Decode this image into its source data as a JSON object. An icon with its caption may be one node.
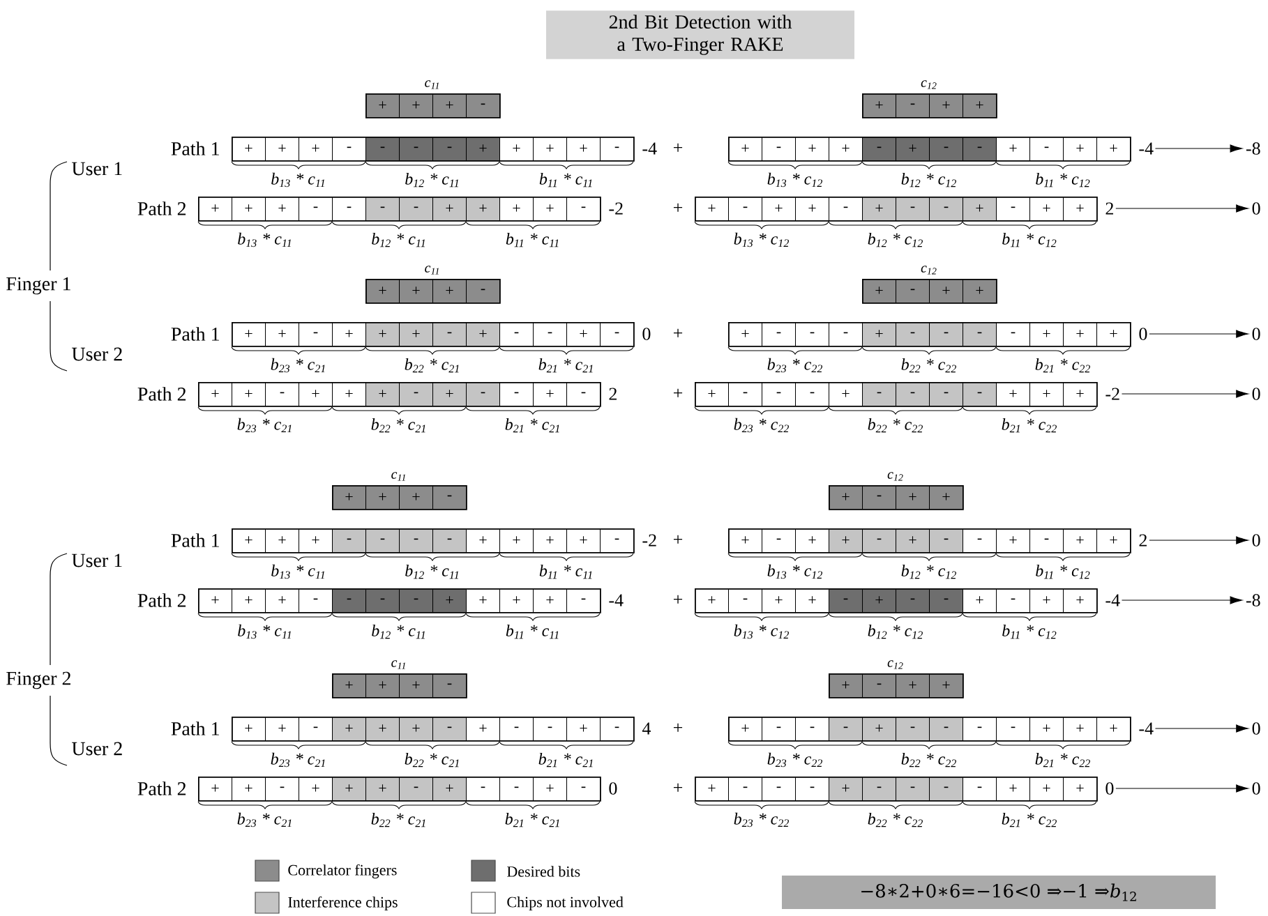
{
  "diagram": {
    "title": "2nd Bit Detection with a Two-Finger RAKE",
    "nodes": [
      {
        "text": [
          "+",
          "+",
          "+",
          "-"
        ],
        "beside": [
          "c$_{11}$"
        ]
      },
      {
        "text": [
          "+",
          "-",
          "+",
          "+"
        ],
        "beside": [
          "c$_{12}$"
        ]
      },
      {
        "text": [
          "+",
          "+",
          "+",
          "-",
          "-",
          "-",
          "-",
          "+",
          "+",
          "+",
          "+",
          "-"
        ],
        "beside": [
          "b$_{13}$ * c$_{11}$",
          "b$_{12}$ * c$_{11}$",
          "b$_{11}$ * c$_{11}$",
          "-4"
        ]
      },
      {
        "text": [
          "+",
          "-",
          "+",
          "+",
          "-",
          "+",
          "-",
          "-",
          "+",
          "-",
          "+",
          "+"
        ],
        "beside": [
          "+",
          "b$_{13}$ * c$_{12}$",
          "b$_{12}$ * c$_{12}$",
          "b$_{11}$ * c$_{12}$"
        ]
      },
      {
        "text": [
          "-4"
        ]
      },
      {
        "text": [
          "-8"
        ]
      },
      {
        "text": [
          "+",
          "+",
          "+",
          "-",
          "-",
          "-",
          "-",
          "+",
          "+",
          "+",
          "+",
          "-"
        ],
        "beside": [
          "b$_{13}$ * c$_{11}$",
          "b$_{12}$ * c$_{11}$",
          "b$_{11}$ * c$_{11}$",
          "-2"
        ]
      },
      {
        "text": [
          "+",
          "-",
          "+",
          "+",
          "-",
          "+",
          "-",
          "-",
          "+",
          "-",
          "+",
          "+"
        ],
        "beside": [
          "+",
          "b$_{13}$ * c$_{12}$",
          "b$_{12}$ * c$_{12}$",
          "b$_{11}$ * c$_{12}$"
        ]
      },
      {
        "text": [
          "2"
        ]
      },
      {
        "text": [
          "0"
        ]
      },
      {
        "text": [
          "+",
          "+",
          "+",
          "-"
        ],
        "beside": [
          "c$_{11}$"
        ]
      },
      {
        "text": [
          "+",
          "-",
          "+",
          "+"
        ],
        "beside": [
          "c$_{12}$"
        ]
      },
      {
        "text": [
          "+",
          "+",
          "-",
          "+",
          "+",
          "+",
          "-",
          "+",
          "-",
          "-",
          "+",
          "-"
        ],
        "beside": [
          "b$_{23}$ * c$_{21}$",
          "b$_{22}$ * c$_{21}$",
          "b$_{21}$ * c$_{21}$",
          "0"
        ]
      },
      {
        "text": [
          "+",
          "-",
          "-",
          "-",
          "+",
          "-",
          "-",
          "-",
          "-",
          "+",
          "+",
          "+"
        ],
        "beside": [
          "+",
          "b$_{23}$ * c$_{22}$",
          "b$_{22}$ * c$_{22}$",
          "b$_{21}$ * c$_{22}$"
        ]
      },
      {
        "text": [
          "0"
        ]
      },
      {
        "text": [
          "0"
        ]
      },
      {
        "text": [
          "+",
          "+",
          "-",
          "+",
          "+",
          "+",
          "-",
          "+",
          "-",
          "-",
          "+",
          "-"
        ],
        "beside": [
          "b$_{23}$ * c$_{21}$",
          "b$_{22}$ * c$_{21}$",
          "b$_{21}$ * c$_{21}$",
          "2"
        ]
      },
      {
        "text": [
          "+",
          "-",
          "-",
          "-",
          "+",
          "-",
          "-",
          "-",
          "-",
          "+",
          "+",
          "+"
        ],
        "beside": [
          "+",
          "b$_{23}$ * c$_{22}$",
          "b$_{22}$ * c$_{22}$",
          "b$_{21}$ * c$_{22}$"
        ]
      },
      {
        "text": [
          "-2"
        ]
      },
      {
        "text": [
          "0"
        ]
      },
      {
        "text": [
          "+",
          "+",
          "+",
          "-"
        ],
        "beside": [
          "c$_{11}$"
        ]
      },
      {
        "text": [
          "+",
          "-",
          "+",
          "+"
        ],
        "beside": [
          "c$_{12}$"
        ]
      },
      {
        "text": [
          "+",
          "+",
          "+",
          "-",
          "-",
          "-",
          "-",
          "+",
          "+",
          "+",
          "+",
          "-"
        ],
        "beside": [
          "b$_{13}$ * c$_{11}$",
          "b$_{12}$ * c$_{11}$",
          "b$_{11}$ * c$_{11}$",
          "-2"
        ]
      },
      {
        "text": [
          "+",
          "-",
          "+",
          "+",
          "-",
          "+",
          "-",
          "-",
          "+",
          "-",
          "+",
          "+"
        ],
        "beside": [
          "+",
          "b$_{13}$ * c$_{12}$",
          "b$_{12}$ * c$_{12}$",
          "b$_{11}$ * c$_{12}$"
        ]
      },
      {
        "text": [
          "2"
        ]
      },
      {
        "text": [
          "0"
        ]
      },
      {
        "text": [
          "+",
          "+",
          "+",
          "-",
          "-",
          "-",
          "-",
          "+",
          "+",
          "+",
          "+",
          "-"
        ],
        "beside": [
          "b$_{13}$ * c$_{11}$",
          "b$_{12}$ * c$_{11}$",
          "b$_{11}$ * c$_{11}$",
          "-4"
        ]
      },
      {
        "text": [
          "+",
          "-",
          "+",
          "+",
          "-",
          "+",
          "-",
          "-",
          "+",
          "-",
          "+",
          "+"
        ],
        "beside": [
          "+",
          "b$_{13}$ * c$_{12}$",
          "b$_{12}$ * c$_{12}$",
          "b$_{11}$ * c$_{12}$"
        ]
      },
      {
        "text": [
          "-4"
        ]
      },
      {
        "text": [
          "-8"
        ]
      },
      {
        "text": [
          "+",
          "+",
          "+",
          "-"
        ],
        "beside": [
          "c$_{11}$"
        ]
      },
      {
        "text": [
          "+",
          "-",
          "+",
          "+"
        ],
        "beside": [
          "c$_{12}$"
        ]
      },
      {
        "text": [
          "+",
          "+",
          "-",
          "+",
          "+",
          "+",
          "-",
          "+",
          "-",
          "-",
          "+",
          "-"
        ],
        "beside": [
          "b$_{23}$ * c$_{21}$",
          "b$_{22}$ * c$_{21}$",
          "b$_{21}$ * c$_{21}$",
          "4"
        ]
      },
      {
        "text": [
          "+",
          "-",
          "-",
          "-",
          "+",
          "-",
          "-",
          "-",
          "-",
          "+",
          "+",
          "+"
        ],
        "beside": [
          "+",
          "b$_{23}$ * c$_{22}$",
          "b$_{22}$ * c$_{22}$",
          "b$_{21}$ * c$_{22}$"
        ]
      },
      {
        "text": [
          "-4"
        ]
      },
      {
        "text": [
          "0"
        ]
      },
      {
        "text": [
          "+",
          "+",
          "-",
          "+",
          "+",
          "+",
          "-",
          "+",
          "-",
          "-",
          "+",
          "-"
        ],
        "beside": [
          "b$_{23}$ * c$_{21}$",
          "b$_{22}$ * c$_{21}$",
          "b$_{21}$ * c$_{21}$",
          "0"
        ]
      },
      {
        "text": [
          "+",
          "-",
          "-",
          "-",
          "+",
          "-",
          "-",
          "-",
          "-",
          "+",
          "+",
          "+"
        ],
        "beside": [
          "+",
          "b$_{23}$ * c$_{22}$",
          "b$_{22}$ * c$_{22}$",
          "b$_{21}$ * c$_{22}$"
        ]
      },
      {
        "text": [
          "0"
        ]
      },
      {
        "text": [
          "0"
        ]
      }
    ],
    "edges": [
      {
        "from": 4,
        "to": 5,
        "arrow": "to"
      },
      {
        "from": 8,
        "to": 9,
        "arrow": "to"
      },
      {
        "from": 14,
        "to": 15,
        "arrow": "to"
      },
      {
        "from": 18,
        "to": 19,
        "arrow": "to"
      },
      {
        "from": 24,
        "to": 25,
        "arrow": "to"
      },
      {
        "from": 28,
        "to": 29,
        "arrow": "to"
      },
      {
        "from": 34,
        "to": 35,
        "arrow": "to"
      },
      {
        "from": 38,
        "to": 39,
        "arrow": "to"
      }
    ],
    "labels": [
      "Path 1",
      "User 1",
      "Path 2",
      "Finger 1",
      "Path 1",
      "User 2",
      "Path 2",
      "Path 1",
      "User 1",
      "Path 2",
      "Finger 2",
      "Path 1",
      "User 2",
      "Path 2",
      "−8∗2+0∗6=−16<0 ⇒−1 ⇒*b*$_{12}$"
    ],
    "legend": [
      {
        "text": "Correlator fingers",
        "color": "#8c8c8c"
      },
      {
        "text": "Desired bits",
        "color": "#6e6e6e"
      },
      {
        "text": "Interference chips",
        "color": "#c4c4c4"
      },
      {
        "text": "Chips not involved"
      }
    ]
  }
}
